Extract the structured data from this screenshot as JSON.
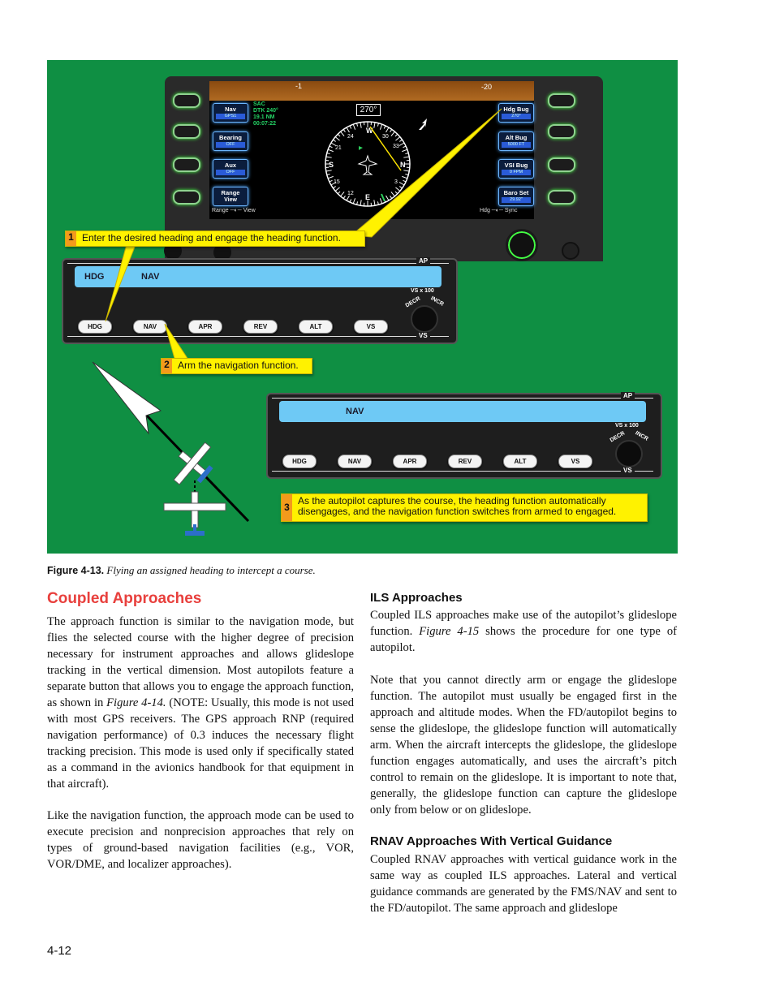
{
  "figure": {
    "pfd": {
      "softkeys_left": [
        {
          "label": "Nav",
          "value": "GPS1"
        },
        {
          "label": "Bearing",
          "value": "OFF"
        },
        {
          "label": "Aux",
          "value": "OFF"
        },
        {
          "label": "Range",
          "value": "View"
        }
      ],
      "softkeys_right": [
        {
          "label": "Hdg Bug",
          "value": "270°"
        },
        {
          "label": "Alt Bug",
          "value": "5000 FT"
        },
        {
          "label": "VSI Bug",
          "value": "0 FPM"
        },
        {
          "label": "Baro Set",
          "value": "29.92\""
        }
      ],
      "nav_info": [
        "SAC",
        "DTK 240°",
        "19.1 NM",
        "00:07:22"
      ],
      "heading_readout": "270°",
      "pitch_left": "-1",
      "pitch_right": "-20",
      "range_view_label": "Range",
      "range_view_label2": "View",
      "hdg_sync_label": "Hdg",
      "hdg_sync_label2": "Sync",
      "compass_labels": [
        "W",
        "24",
        "30",
        "33",
        "N",
        "3",
        "E",
        "12",
        "15",
        "S",
        "21"
      ]
    },
    "ap_top": {
      "label": "AP",
      "modes": [
        "HDG",
        "NAV"
      ],
      "vs_label": "VS x 100",
      "decr": "DECR",
      "incr": "INCR",
      "vs": "VS",
      "buttons": [
        "HDG",
        "NAV",
        "APR",
        "REV",
        "ALT",
        "VS"
      ]
    },
    "ap_bottom": {
      "label": "AP",
      "modes": [
        "NAV"
      ],
      "vs_label": "VS x 100",
      "decr": "DECR",
      "incr": "INCR",
      "vs": "VS",
      "buttons": [
        "HDG",
        "NAV",
        "APR",
        "REV",
        "ALT",
        "VS"
      ]
    },
    "callouts": [
      {
        "num": "1",
        "text": "Enter the desired heading and engage the heading function."
      },
      {
        "num": "2",
        "text": "Arm the navigation function."
      },
      {
        "num": "3",
        "text": "As the autopilot captures the course, the heading function automatically disengages, and the navigation function switches from armed to engaged."
      }
    ]
  },
  "caption": {
    "label": "Figure 4-13.",
    "text": "Flying an assigned heading to intercept a course."
  },
  "left_column": {
    "heading": "Coupled Approaches",
    "p1_a": "The approach function is similar to the navigation mode, but flies the selected course with the higher degree of precision necessary for instrument approaches and allows glideslope tracking in the vertical dimension. Most autopilots feature a separate button that allows you to engage the approach function, as shown in ",
    "p1_ref": "Figure 4-14.",
    "p1_b": " (NOTE: Usually, this mode is not used with most GPS receivers. The GPS approach RNP (required navigation performance) of 0.3 induces the necessary flight tracking precision. This mode is used only if specifically stated as a command in the avionics handbook for that equipment in that aircraft).",
    "p2": "Like the navigation function, the approach mode can be used to execute precision and nonprecision approaches that rely on types of ground-based navigation facilities (e.g., VOR, VOR/DME, and localizer approaches)."
  },
  "right_column": {
    "heading1": "ILS Approaches",
    "p1_a": "Coupled ILS approaches make use of the autopilot’s glideslope function. ",
    "p1_ref": "Figure 4-15",
    "p1_b": " shows the procedure for one type of autopilot.",
    "p2": "Note that you cannot directly arm or engage the glideslope function. The autopilot must usually be engaged first in the approach and altitude modes. When the FD/autopilot begins to sense the glideslope, the glideslope function will automatically arm. When the aircraft intercepts the glideslope, the glideslope function engages automatically, and uses the aircraft’s pitch control to remain on the glideslope. It is important to note that, generally, the glideslope function can capture the glideslope only from below or on glideslope.",
    "heading2": "RNAV Approaches With Vertical Guidance",
    "p3": "Coupled RNAV approaches with vertical guidance work in the same way as coupled ILS approaches. Lateral and vertical guidance commands are generated by the FMS/NAV and sent to the FD/autopilot. The same approach and glideslope"
  },
  "page_number": "4-12"
}
